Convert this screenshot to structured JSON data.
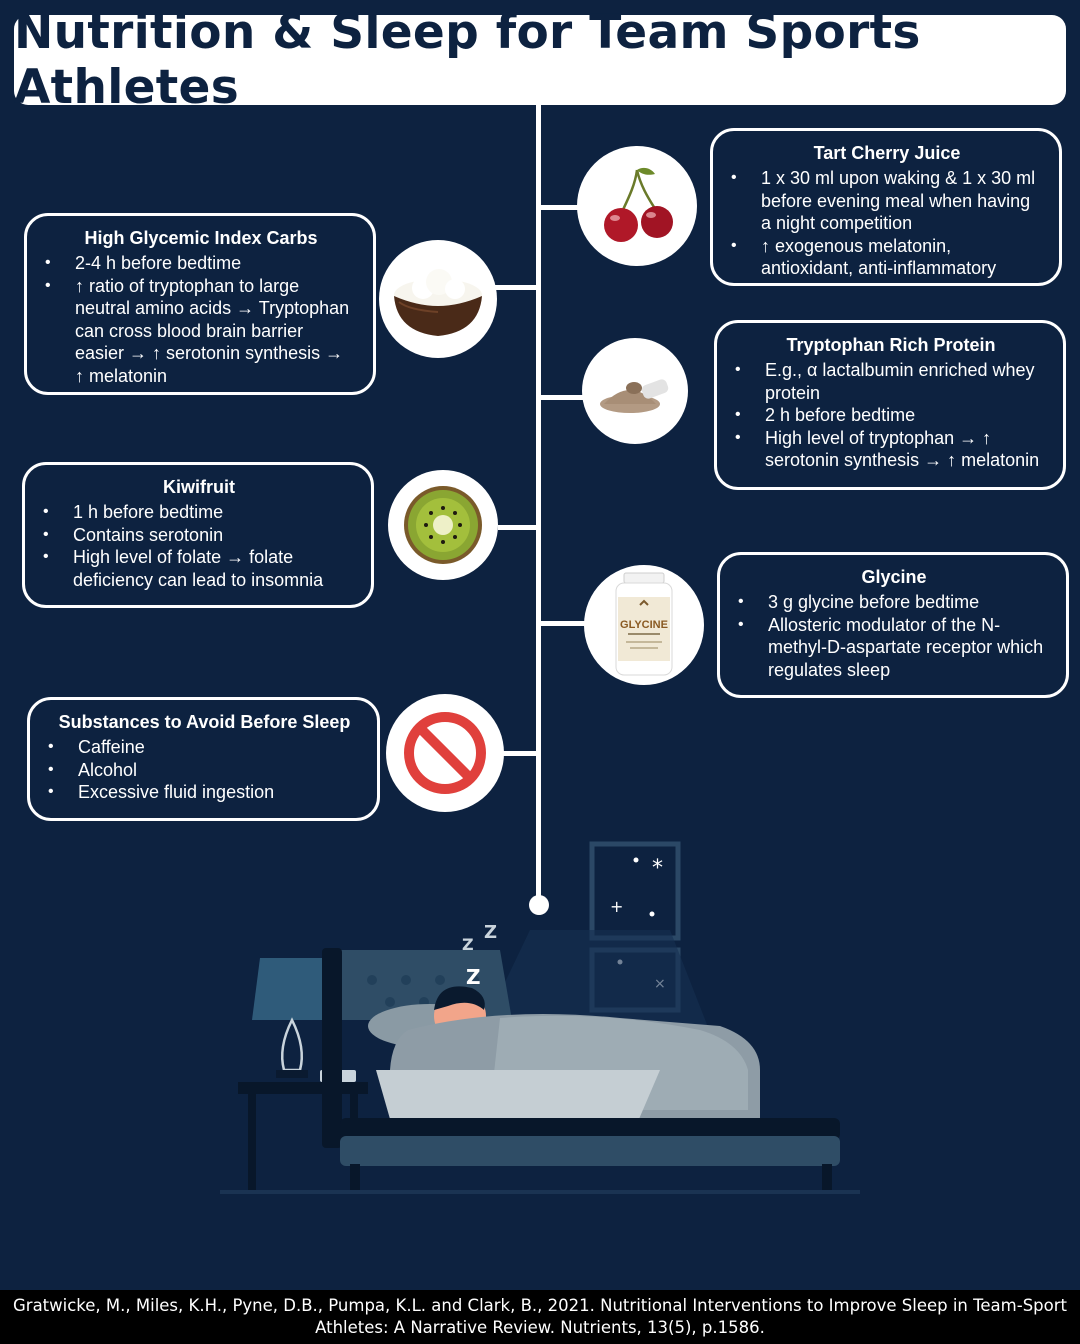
{
  "title": "Nutrition & Sleep for Team Sports Athletes",
  "cards": {
    "tart_cherry": {
      "title": "Tart Cherry Juice",
      "bullets": [
        "1 x 30 ml upon waking & 1 x 30 ml before evening meal when having a night competition",
        "↑ exogenous melatonin, antioxidant, anti-inflammatory"
      ]
    },
    "high_gi_carbs": {
      "title": "High Glycemic Index Carbs",
      "bullets": [
        "2-4 h before bedtime",
        "↑ ratio of tryptophan to large neutral amino acids → Tryptophan can cross blood brain barrier easier → ↑ serotonin synthesis → ↑ melatonin"
      ]
    },
    "tryptophan_protein": {
      "title": "Tryptophan Rich Protein",
      "bullets": [
        "E.g., α lactalbumin enriched whey protein",
        "2 h before bedtime",
        "High level of tryptophan → ↑ serotonin synthesis → ↑ melatonin"
      ]
    },
    "kiwifruit": {
      "title": "Kiwifruit",
      "bullets": [
        "1 h before bedtime",
        "Contains serotonin",
        "High level of folate → folate deficiency can lead to insomnia"
      ]
    },
    "glycine": {
      "title": "Glycine",
      "bullets": [
        "3 g glycine before bedtime",
        "Allosteric modulator of the N-methyl-D-aspartate receptor which regulates sleep"
      ]
    },
    "avoid": {
      "title": "Substances to Avoid Before Sleep",
      "bullets": [
        "Caffeine",
        "Alcohol",
        "Excessive fluid ingestion"
      ]
    }
  },
  "bottle_label": "GLYCINE",
  "snore": [
    "Z",
    "Z",
    "Z"
  ],
  "citation": "Gratwicke, M., Miles, K.H., Pyne, D.B., Pumpa, K.L. and Clark, B., 2021. Nutritional Interventions to Improve Sleep in Team-Sport Athletes: A Narrative Review. Nutrients, 13(5), p.1586.",
  "colors": {
    "background": "#0d2240",
    "cherry": "#b01828",
    "kiwi": "#8aa632",
    "no_sign": "#e0403c"
  }
}
